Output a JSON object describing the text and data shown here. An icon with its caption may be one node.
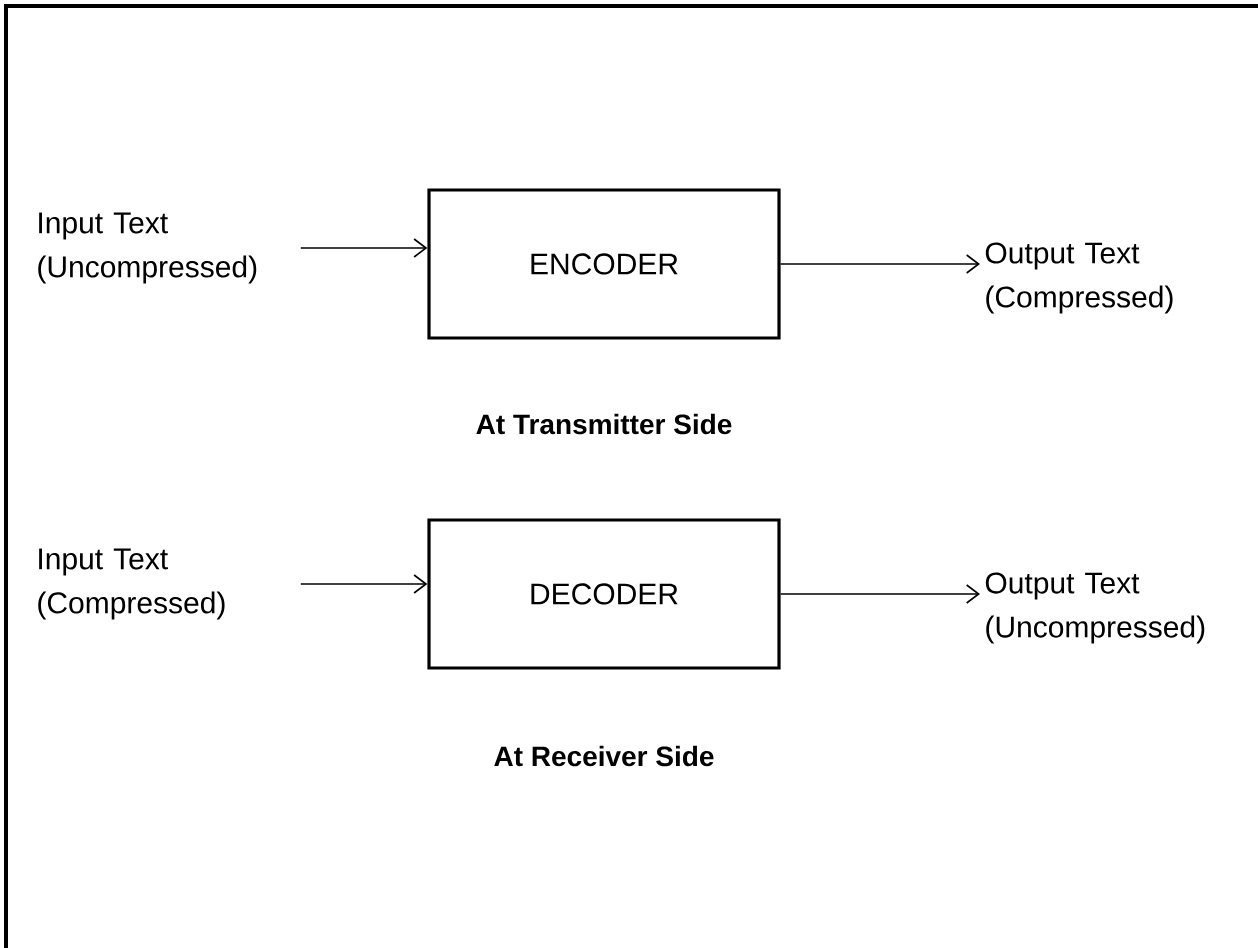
{
  "diagram": {
    "nodes": [
      {
        "text": [
          "Input Text (Uncompressed)"
        ]
      },
      {
        "text": [
          "ENCODER"
        ],
        "beside": [
          "At Transmitter Side"
        ]
      },
      {
        "text": [
          "Output Text (Compressed)"
        ]
      },
      {
        "text": [
          "Input Text (Compressed)"
        ]
      },
      {
        "text": [
          "DECODER"
        ],
        "beside": [
          "At Receiver Side"
        ]
      },
      {
        "text": [
          "Output Text (Uncompressed)"
        ]
      }
    ],
    "edges": [
      {
        "from": 0,
        "to": 1,
        "arrow": "to"
      },
      {
        "from": 1,
        "to": 2,
        "arrow": "to"
      },
      {
        "from": 3,
        "to": 4,
        "arrow": "to"
      },
      {
        "from": 4,
        "to": 5,
        "arrow": "to"
      }
    ]
  }
}
